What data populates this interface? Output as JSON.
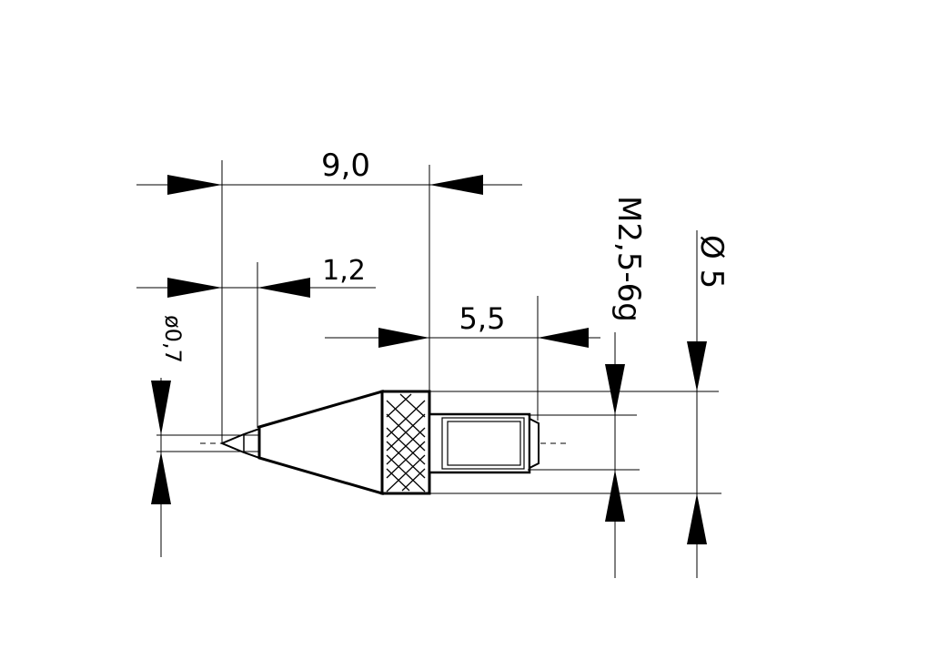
{
  "dimensions": {
    "overall_length": "9,0",
    "tip_length": "1,2",
    "thread_length": "5,5",
    "tip_diameter": "ø0,7",
    "thread_spec": "M2,5-6g",
    "body_diameter": "Ø 5"
  },
  "colors": {
    "line": "#000000",
    "background": "#ffffff"
  }
}
